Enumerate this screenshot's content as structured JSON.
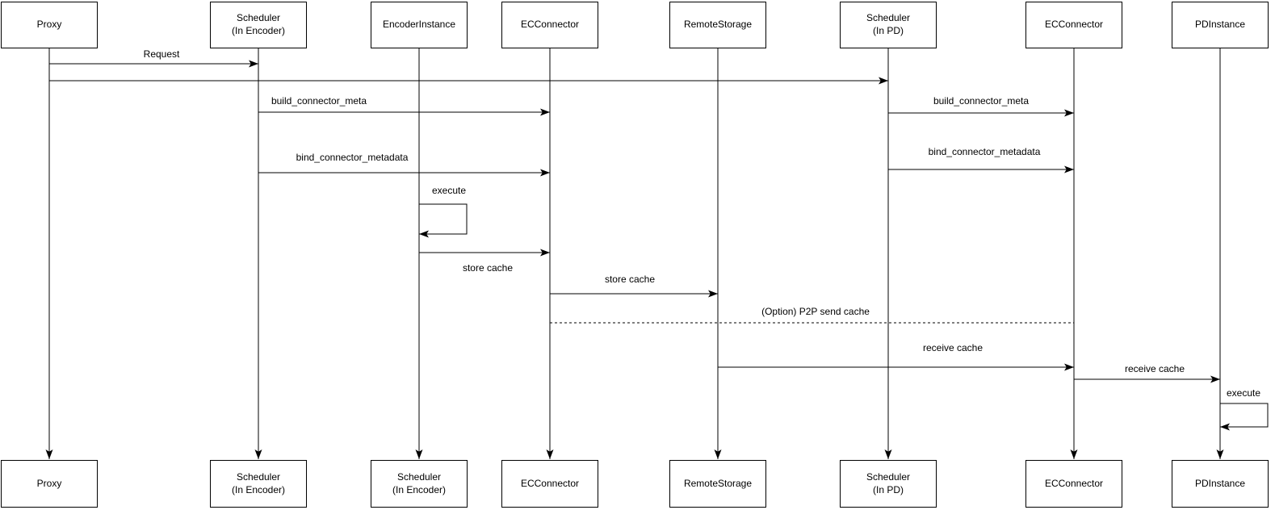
{
  "diagram": {
    "type": "uml-sequence-diagram",
    "colors": {
      "background": "#ffffff",
      "box_fill": "#ffffff",
      "box_border": "#000000",
      "line": "#000000",
      "text": "#000000"
    },
    "actors": [
      {
        "id": "proxy",
        "top_label": "Proxy",
        "bottom_label": "Proxy"
      },
      {
        "id": "scheduler-encoder",
        "top_label": "Scheduler\n(In Encoder)",
        "bottom_label": "Scheduler\n(In Encoder)"
      },
      {
        "id": "encoder-instance",
        "top_label": "EncoderInstance",
        "bottom_label": "Scheduler\n(In Encoder)"
      },
      {
        "id": "ec-connector-1",
        "top_label": "ECConnector",
        "bottom_label": "ECConnector"
      },
      {
        "id": "remote-storage",
        "top_label": "RemoteStorage",
        "bottom_label": "RemoteStorage"
      },
      {
        "id": "scheduler-pd",
        "top_label": "Scheduler\n(In PD)",
        "bottom_label": "Scheduler\n(In PD)"
      },
      {
        "id": "ec-connector-2",
        "top_label": "ECConnector",
        "bottom_label": "ECConnector"
      },
      {
        "id": "pd-instance",
        "top_label": "PDInstance",
        "bottom_label": "PDInstance"
      }
    ],
    "messages": [
      {
        "label": "Request",
        "from": "proxy",
        "to": "scheduler-encoder",
        "style": "solid-arrow"
      },
      {
        "label": "",
        "from": "proxy",
        "to": "scheduler-pd",
        "style": "solid-arrow"
      },
      {
        "label": "build_connector_meta",
        "from": "scheduler-encoder",
        "to": "ec-connector-1",
        "style": "solid-arrow"
      },
      {
        "label": "build_connector_meta",
        "from": "scheduler-pd",
        "to": "ec-connector-2",
        "style": "solid-arrow"
      },
      {
        "label": "bind_connector_metadata",
        "from": "scheduler-encoder",
        "to": "ec-connector-1",
        "style": "solid-arrow"
      },
      {
        "label": "bind_connector_metadata",
        "from": "scheduler-pd",
        "to": "ec-connector-2",
        "style": "solid-arrow"
      },
      {
        "label": "execute",
        "from": "encoder-instance",
        "to": "encoder-instance",
        "style": "self-loop"
      },
      {
        "label": "store cache",
        "from": "encoder-instance",
        "to": "ec-connector-1",
        "style": "solid-arrow"
      },
      {
        "label": "store cache",
        "from": "ec-connector-1",
        "to": "remote-storage",
        "style": "solid-arrow"
      },
      {
        "label": "(Option) P2P send cache",
        "from": "ec-connector-1",
        "to": "ec-connector-2",
        "style": "dashed-no-arrow"
      },
      {
        "label": "receive cache",
        "from": "remote-storage",
        "to": "ec-connector-2",
        "style": "solid-arrow"
      },
      {
        "label": "receive cache",
        "from": "ec-connector-2",
        "to": "pd-instance",
        "style": "solid-arrow"
      },
      {
        "label": "execute",
        "from": "pd-instance",
        "to": "pd-instance",
        "style": "self-loop"
      }
    ]
  }
}
